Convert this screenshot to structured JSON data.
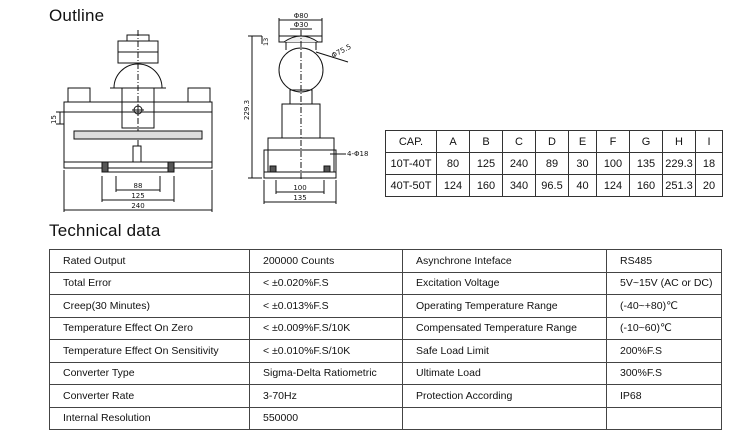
{
  "outline_title": "Outline",
  "tech_title": "Technical data",
  "drawing_front": {
    "dim_left": "15",
    "dim_bottom_inner": "88",
    "dim_bottom_mid": "125",
    "dim_bottom_outer": "240"
  },
  "drawing_side": {
    "dim_top_outer": "Φ80",
    "dim_top_inner": "Φ30",
    "dim_top_left": "13",
    "dim_sphere": "Φ75.5",
    "dim_height": "229.3",
    "dim_hole": "4-Φ18",
    "dim_bottom_inner": "100",
    "dim_bottom_outer": "135"
  },
  "dimension_table": {
    "headers": [
      "CAP.",
      "A",
      "B",
      "C",
      "D",
      "E",
      "F",
      "G",
      "H",
      "I"
    ],
    "rows": [
      [
        "10T-40T",
        "80",
        "125",
        "240",
        "89",
        "30",
        "100",
        "135",
        "229.3",
        "18"
      ],
      [
        "40T-50T",
        "124",
        "160",
        "340",
        "96.5",
        "40",
        "124",
        "160",
        "251.3",
        "20"
      ]
    ]
  },
  "technical_data": {
    "rows": [
      [
        "Rated Output",
        "200000 Counts",
        "Asynchrone Inteface",
        "RS485"
      ],
      [
        "Total Error",
        "< ±0.020%F.S",
        "Excitation Voltage",
        "5V~15V (AC or DC)"
      ],
      [
        "Creep(30 Minutes)",
        "< ±0.013%F.S",
        "Operating Temperature Range",
        "(-40~+80)℃"
      ],
      [
        "Temperature Effect On Zero",
        "< ±0.009%F.S/10K",
        "Compensated Temperature Range",
        "(-10~60)℃"
      ],
      [
        "Temperature Effect On Sensitivity",
        "< ±0.010%F.S/10K",
        "Safe Load Limit",
        "200%F.S"
      ],
      [
        "Converter Type",
        "Sigma-Delta Ratiometric",
        "Ultimate Load",
        "300%F.S"
      ],
      [
        "Converter Rate",
        "3-70Hz",
        "Protection According",
        "IP68"
      ],
      [
        "Internal Resolution",
        "550000",
        "",
        ""
      ]
    ]
  }
}
